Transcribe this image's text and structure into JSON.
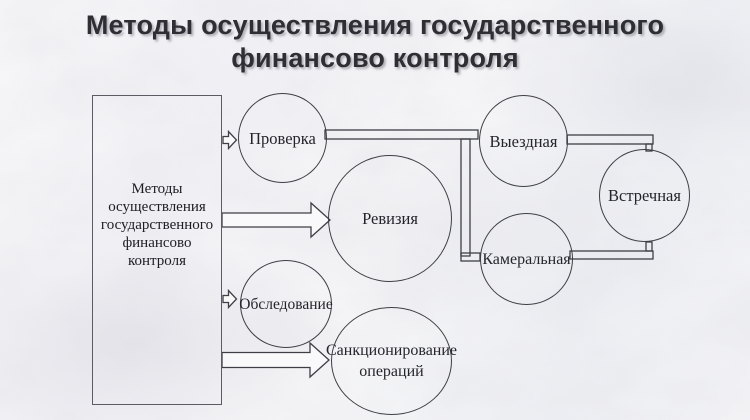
{
  "title": {
    "line1": "Методы осуществления государственного",
    "line2": "финансово контроля"
  },
  "root_box": {
    "lines": [
      "Методы",
      "осуществления",
      "государственного",
      "финансово",
      "контроля"
    ]
  },
  "nodes": {
    "proverka": {
      "label": "Проверка"
    },
    "reviziya": {
      "label": "Ревизия"
    },
    "obsledovanie": {
      "label": "Обследование"
    },
    "sankcionirovanie": {
      "lines": [
        "Санкционирование",
        "операций"
      ]
    },
    "vyezdnaya": {
      "label": "Выездная"
    },
    "kameralnaya": {
      "label": "Камеральная"
    },
    "vstrechnaya": {
      "label": "Встречная"
    }
  },
  "colors": {
    "diagram_line": "#3e3e46",
    "box_border": "#5b5b63",
    "title_text": "#2e2e33",
    "background_base": "#f4f4f7"
  }
}
